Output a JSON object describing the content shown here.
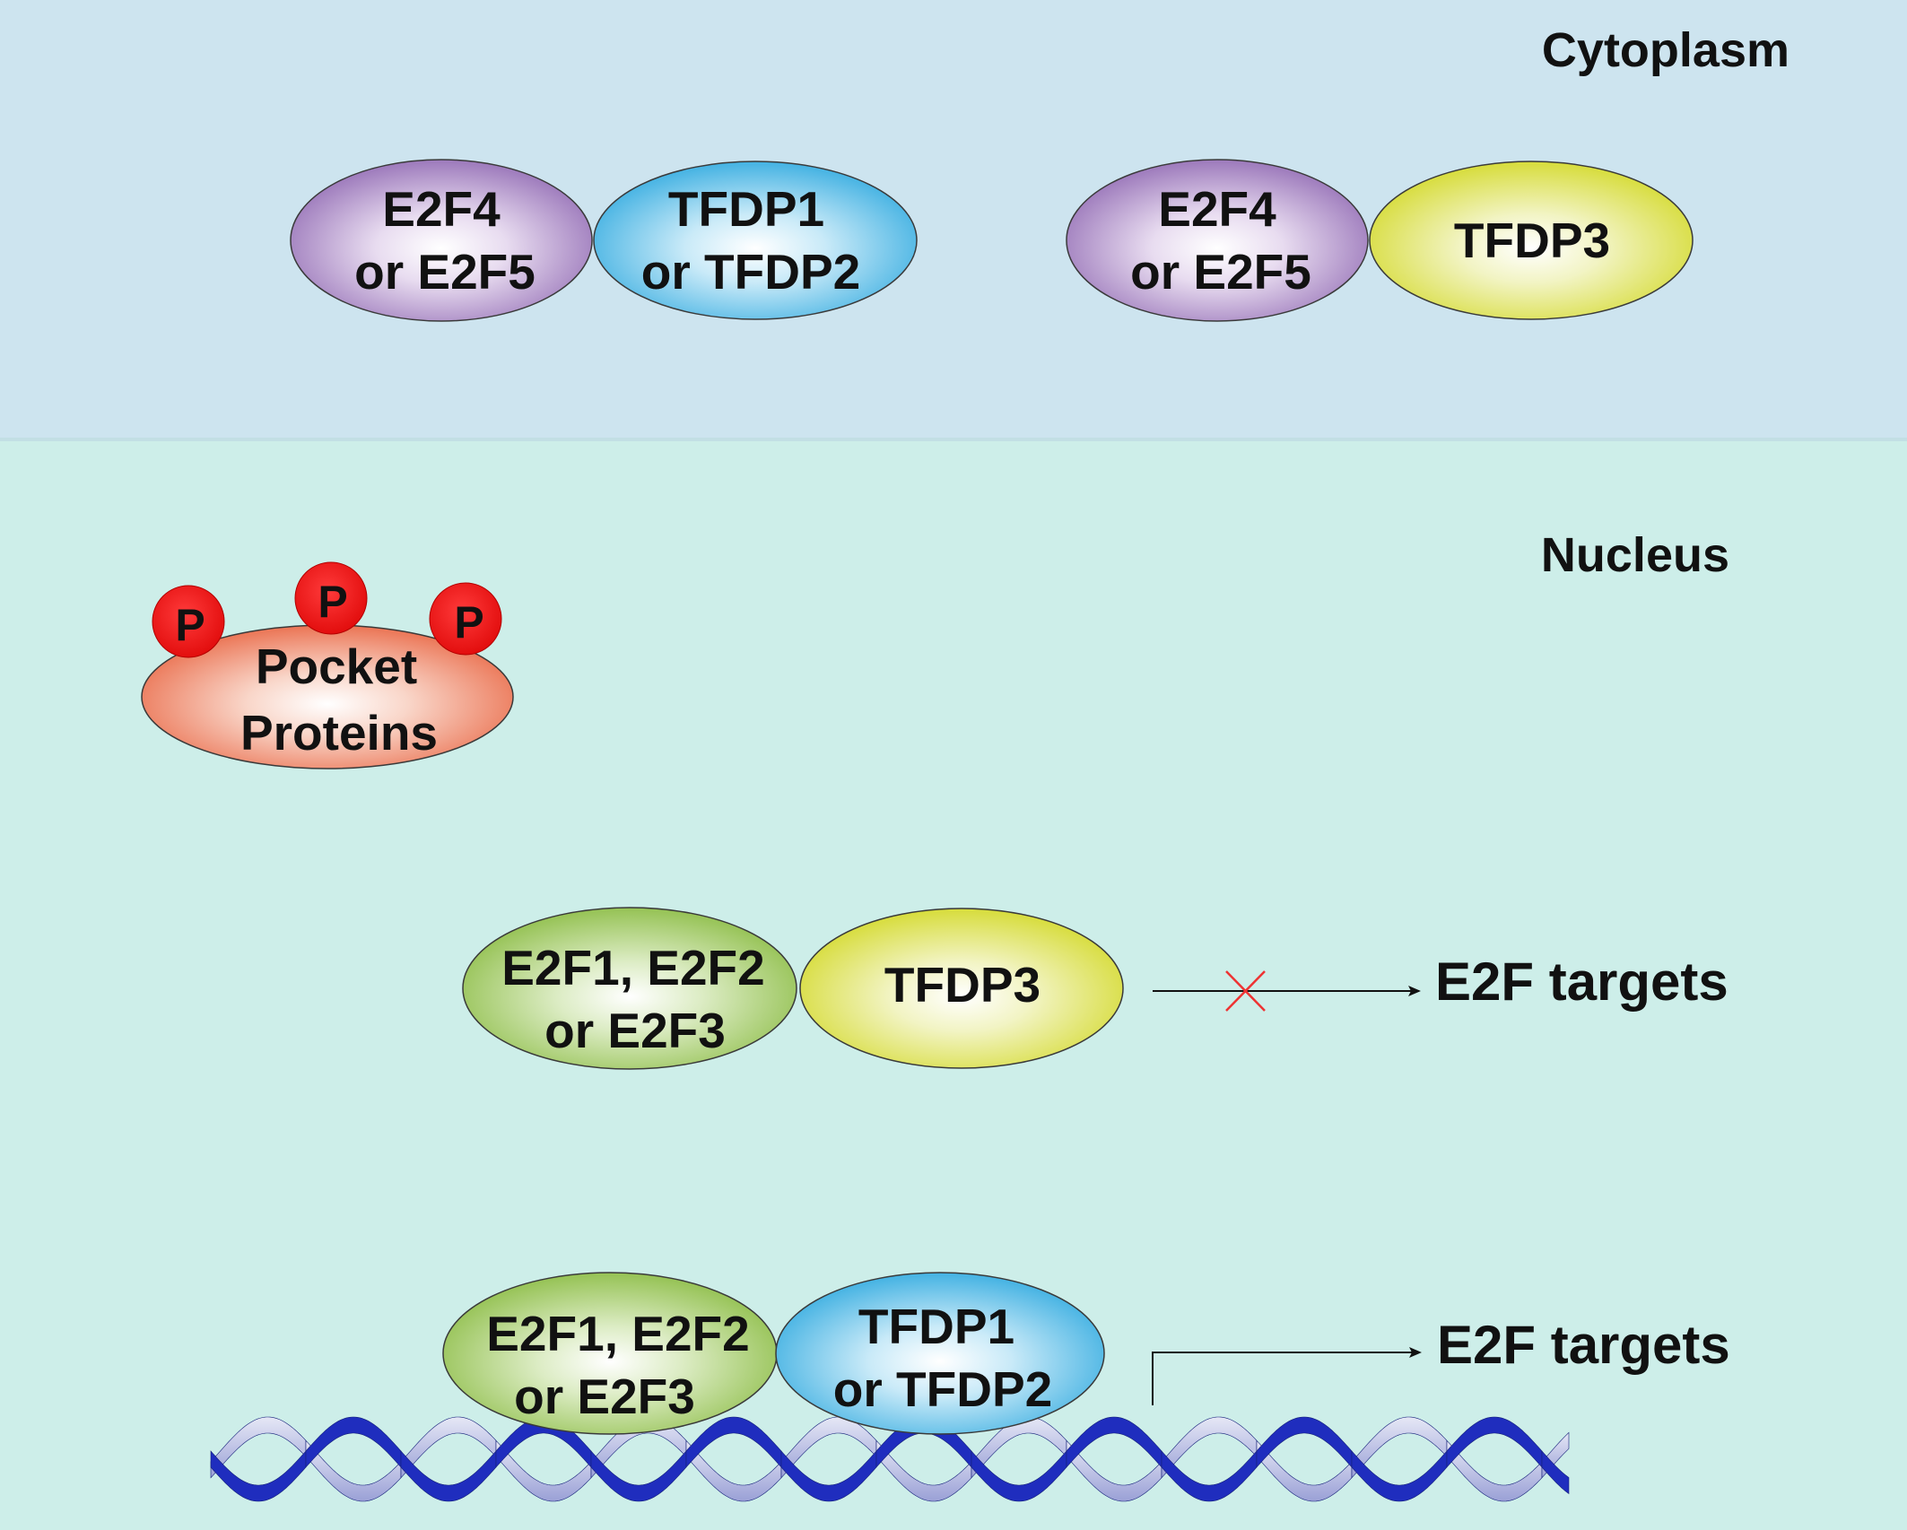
{
  "regions": {
    "cytoplasm": "Cytoplasm",
    "nucleus": "Nucleus"
  },
  "cytoplasm": {
    "complex1": {
      "left_line1": "E2F4",
      "left_line2": "or E2F5",
      "right_line1": "TFDP1",
      "right_line2": "or TFDP2"
    },
    "complex2": {
      "left_line1": "E2F4",
      "left_line2": "or E2F5",
      "right": "TFDP3"
    }
  },
  "pocket": {
    "line1": "Pocket",
    "line2": "Proteins",
    "phospho": [
      "P",
      "P",
      "P"
    ]
  },
  "nucleus": {
    "inactive_complex": {
      "left_line1": "E2F1, E2F2",
      "left_line2": "or E2F3",
      "right": "TFDP3",
      "target": "E2F targets",
      "blocked_mark": "cross-mark"
    },
    "active_complex": {
      "left_line1": "E2F1, E2F2",
      "left_line2": "or E2F3",
      "right_line1": "TFDP1",
      "right_line2": "or TFDP2",
      "target": "E2F targets"
    }
  },
  "colors": {
    "cytoplasm_bg": "#cde4ef",
    "nucleus_bg": "#cdeee9",
    "purple": "#8c64b0",
    "blue": "#27a6de",
    "yellow": "#d1d71e",
    "green": "#86b93c",
    "pocket": "#e8603c",
    "phospho": "#ee1111",
    "dna": "#1f2dbe"
  }
}
